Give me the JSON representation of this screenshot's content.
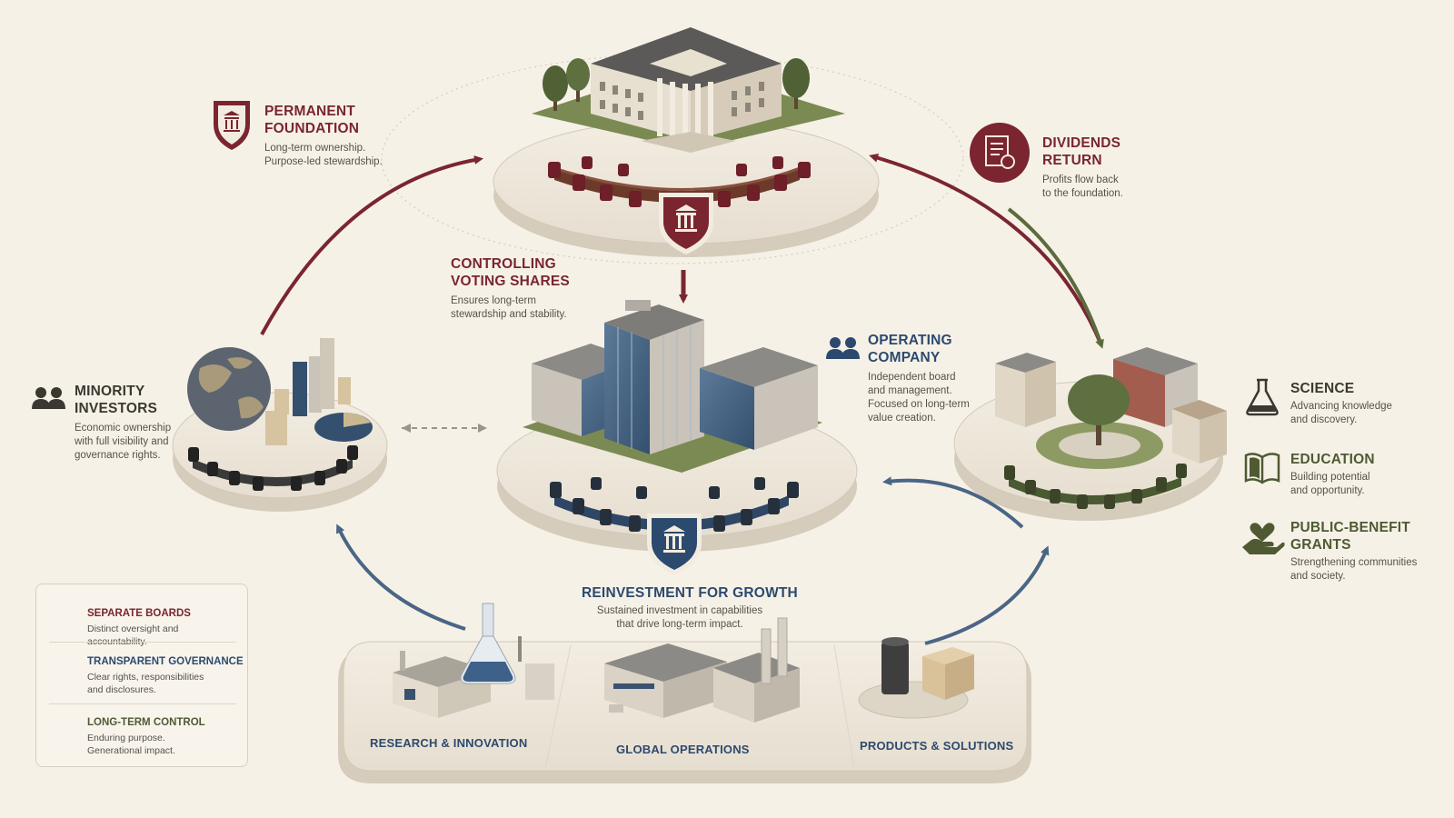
{
  "foundation": {
    "title": "Permanent\nFoundation",
    "desc": "Long-term ownership.\nPurpose-led stewardship."
  },
  "dividends": {
    "title": "Dividends\nReturn",
    "desc": "Profits flow back\nto the foundation."
  },
  "voting": {
    "title": "Controlling\nVoting Shares",
    "desc": "Ensures long-term\nstewardship and stability."
  },
  "operating": {
    "title": "Operating\nCompany",
    "desc": "Independent board\nand management.\nFocused on long-term\nvalue creation."
  },
  "minority": {
    "title": "Minority\nInvestors",
    "desc": "Economic ownership\nwith full visibility and\ngovernance rights."
  },
  "reinvestment": {
    "title": "Reinvestment for Growth",
    "desc": "Sustained investment in capabilities\nthat drive long-term impact."
  },
  "benefits": [
    {
      "title": "Science",
      "desc": "Advancing knowledge\nand discovery.",
      "icon": "flask-icon"
    },
    {
      "title": "Education",
      "desc": "Building potential\nand opportunity.",
      "icon": "book-icon"
    },
    {
      "title": "Public-Benefit\nGrants",
      "desc": "Strengthening communities\nand society.",
      "icon": "heart-hand-icon"
    }
  ],
  "legend": [
    {
      "title": "Separate Boards",
      "desc": "Distinct oversight and accountability.",
      "icon": "shield-icon"
    },
    {
      "title": "Transparent Governance",
      "desc": "Clear rights, responsibilities\nand disclosures.",
      "icon": "people-icon"
    },
    {
      "title": "Long-Term Control",
      "desc": "Enduring purpose.\nGenerational impact.",
      "icon": "shield-check-icon"
    }
  ],
  "platform": {
    "research": "Research & Innovation",
    "operations": "Global Operations",
    "products": "Products & Solutions"
  },
  "colors": {
    "maroon": "#7a2530",
    "navy": "#2c4a6e",
    "olive": "#5b6b3c",
    "background": "#f6f1e7"
  }
}
